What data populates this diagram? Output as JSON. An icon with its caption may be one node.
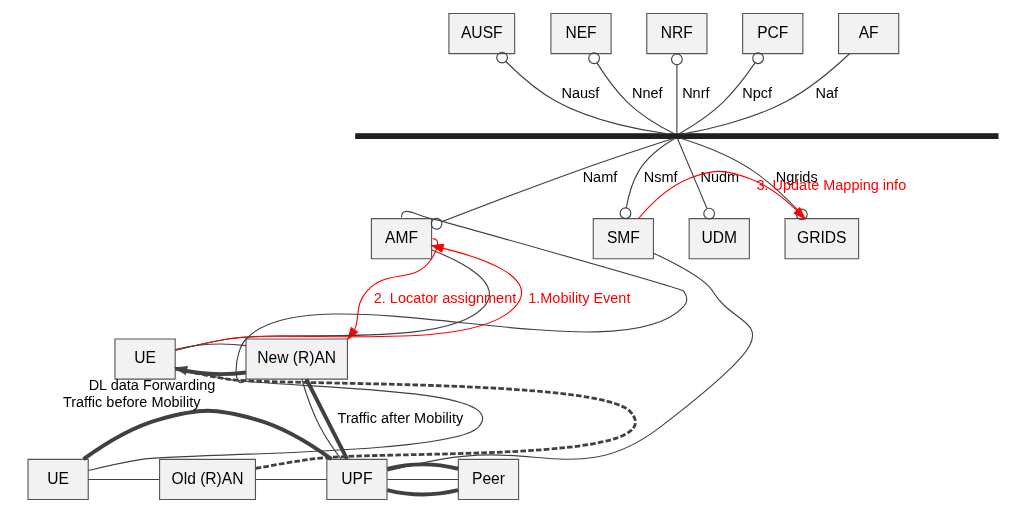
{
  "diagram": {
    "nodes": [
      {
        "text": [
          "AUSF"
        ]
      },
      {
        "text": [
          "NEF"
        ]
      },
      {
        "text": [
          "NRF"
        ]
      },
      {
        "text": [
          "PCF"
        ]
      },
      {
        "text": [
          "AF"
        ]
      },
      {
        "text": [],
        "shape": "bar"
      },
      {
        "text": [
          "AMF"
        ]
      },
      {
        "text": [
          "SMF"
        ]
      },
      {
        "text": [
          "UDM"
        ]
      },
      {
        "text": [
          "GRIDS"
        ]
      },
      {
        "text": [
          "UE"
        ]
      },
      {
        "text": [
          "New (R)AN"
        ]
      },
      {
        "text": [
          "UE"
        ]
      },
      {
        "text": [
          "Old (R)AN"
        ]
      },
      {
        "text": [
          "UPF"
        ]
      },
      {
        "text": [
          "Peer"
        ]
      }
    ],
    "edges": [
      {
        "from": 0,
        "to": 5,
        "arrow": "other",
        "label": "Nausf"
      },
      {
        "from": 1,
        "to": 5,
        "arrow": "other",
        "label": "Nnef"
      },
      {
        "from": 2,
        "to": 5,
        "arrow": "other",
        "label": "Nnrf"
      },
      {
        "from": 3,
        "to": 5,
        "arrow": "other",
        "label": "Npcf"
      },
      {
        "from": 4,
        "to": 5,
        "arrow": "none",
        "label": "Naf"
      },
      {
        "from": 6,
        "to": 5,
        "arrow": "other",
        "label": "Namf"
      },
      {
        "from": 7,
        "to": 5,
        "arrow": "other",
        "label": "Nsmf"
      },
      {
        "from": 8,
        "to": 5,
        "arrow": "other",
        "label": "Nudm"
      },
      {
        "from": 9,
        "to": 5,
        "arrow": "other",
        "label": "Ngrids"
      },
      {
        "from": 10,
        "to": 6,
        "arrow": "none"
      },
      {
        "from": 11,
        "to": 6,
        "arrow": "none"
      },
      {
        "from": 7,
        "to": 14,
        "arrow": "none"
      },
      {
        "from": 10,
        "to": 6,
        "arrow": "to",
        "label": "1.Mobility Event",
        "color": "#ff0000"
      },
      {
        "from": 6,
        "to": 11,
        "arrow": "to",
        "label": "2. Locator assignment",
        "color": "#ff0000"
      },
      {
        "from": 7,
        "to": 9,
        "arrow": "to",
        "label": "3. Update Mapping info",
        "color": "#ff0000"
      },
      {
        "from": 10,
        "to": 11,
        "arrow": "none",
        "style": "thick"
      },
      {
        "from": 10,
        "to": 11,
        "arrow": "none"
      },
      {
        "from": 11,
        "to": 14,
        "arrow": "none",
        "style": "thick",
        "label": "Traffic after Mobility"
      },
      {
        "from": 11,
        "to": 14,
        "arrow": "none"
      },
      {
        "from": 12,
        "to": 13,
        "arrow": "none"
      },
      {
        "from": 13,
        "to": 14,
        "arrow": "none"
      },
      {
        "from": 12,
        "to": 14,
        "arrow": "none",
        "style": "thick",
        "label": "Traffic before Mobility"
      },
      {
        "from": 14,
        "to": 15,
        "arrow": "none",
        "style": "thick"
      },
      {
        "from": 14,
        "to": 15,
        "arrow": "none"
      },
      {
        "from": 14,
        "to": 15,
        "arrow": "none",
        "style": "thick"
      },
      {
        "from": 13,
        "to": 10,
        "arrow": "none",
        "style": "dashed",
        "label": "DL data Forwarding"
      },
      {
        "from": 12,
        "to": 10,
        "arrow": "to"
      }
    ]
  }
}
